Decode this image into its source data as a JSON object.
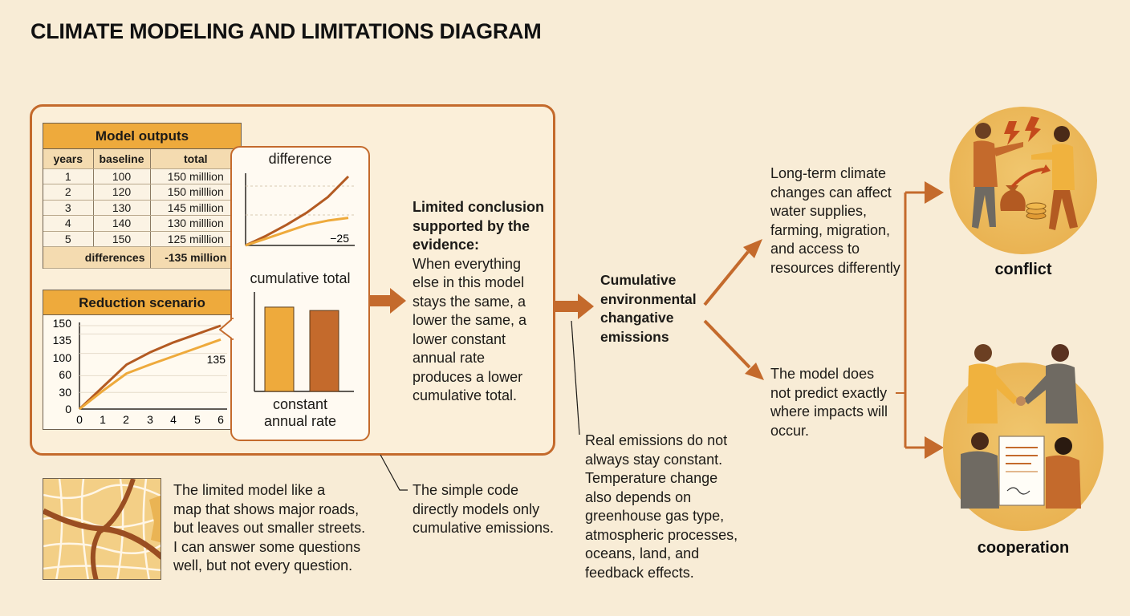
{
  "title": "CLIMATE MODELING AND LIMITATIONS DIAGRAM",
  "model_outputs": {
    "heading": "Model outputs",
    "columns": [
      "years",
      "baseline",
      "total"
    ],
    "rows": [
      [
        "1",
        "100",
        "150 milllion"
      ],
      [
        "2",
        "120",
        "150 milllion"
      ],
      [
        "3",
        "130",
        "145 milllion"
      ],
      [
        "4",
        "140",
        "130 milllion"
      ],
      [
        "5",
        "150",
        "125 milllion"
      ]
    ],
    "footer_label": "differences",
    "footer_value": "-135 million"
  },
  "reduction_scenario": {
    "heading": "Reduction scenario",
    "y_ticks": [
      "150",
      "135",
      "100",
      "60",
      "30",
      "0"
    ],
    "x_ticks": [
      "0",
      "1",
      "2",
      "3",
      "4",
      "5",
      "6"
    ],
    "end_label": "135"
  },
  "inset": {
    "difference_label": "difference",
    "difference_value": "−25",
    "cumulative_label": "cumulative total",
    "constant_label_1": "constant",
    "constant_label_2": "annual rate"
  },
  "conclusion": {
    "heading": [
      "Limited conclusion",
      "supported by the",
      "evidence:"
    ],
    "body": [
      "When everything",
      "else in this model",
      "stays the same, a",
      "lower the same, a",
      "lower constant",
      "annual rate",
      "produces a lower",
      "cumulative total."
    ]
  },
  "cumulative_node": [
    "Cumulative",
    "environmental",
    "changative",
    "emissions"
  ],
  "long_term": [
    "Long-term climate",
    "changes can affect",
    "water supplies,",
    "farming, migration,",
    "and access to",
    "resources differently"
  ],
  "model_predict": [
    "The model does",
    "not predict exactly",
    "where impacts will",
    "occur."
  ],
  "real_emissions": [
    "Real emissions do not",
    "always stay constant.",
    "Temperature change",
    "also depends on",
    "greenhouse gas type,",
    "atmospheric processes,",
    "oceans, land, and",
    "feedback effects."
  ],
  "simple_code": [
    "The simple code",
    "directly models only",
    "cumulative emissions."
  ],
  "map_note": [
    "The limited model like a",
    "map that shows major roads,",
    "but leaves out smaller streets.",
    "I can answer some questions",
    "well, but not every question."
  ],
  "outcomes": {
    "conflict": "conflict",
    "cooperation": "cooperation"
  },
  "colors": {
    "accent_orange": "#c46a2c",
    "header_gold": "#eeaa3c",
    "background": "#f8ecd6",
    "circle_gold": "#eab454"
  },
  "chart_data": [
    {
      "type": "table",
      "title": "Model outputs",
      "columns": [
        "years",
        "baseline",
        "total"
      ],
      "rows": [
        [
          1,
          100,
          "150 milllion"
        ],
        [
          2,
          120,
          "150 milllion"
        ],
        [
          3,
          130,
          "145 milllion"
        ],
        [
          4,
          140,
          "130 milllion"
        ],
        [
          5,
          150,
          "125 milllion"
        ]
      ]
    },
    {
      "type": "line",
      "title": "Reduction scenario",
      "x": [
        0,
        1,
        2,
        3,
        4,
        5,
        6
      ],
      "ylim": [
        0,
        150
      ],
      "xlim": [
        0,
        6
      ],
      "series": [
        {
          "values": [
            0,
            40,
            80,
            102,
            120,
            135,
            150
          ]
        },
        {
          "values": [
            0,
            33,
            64,
            80,
            95,
            110,
            125
          ]
        }
      ]
    },
    {
      "type": "line",
      "title": "difference",
      "x": [
        0,
        1,
        2,
        3,
        4,
        5
      ],
      "ylim": [
        0,
        100
      ],
      "series": [
        {
          "values": [
            0,
            14,
            30,
            48,
            70,
            100
          ]
        },
        {
          "values": [
            0,
            10,
            20,
            30,
            36,
            40
          ]
        }
      ]
    },
    {
      "type": "bar",
      "title": "cumulative total",
      "categories": [
        "",
        ""
      ],
      "values": [
        100,
        96
      ],
      "ylim": [
        0,
        118
      ]
    }
  ]
}
